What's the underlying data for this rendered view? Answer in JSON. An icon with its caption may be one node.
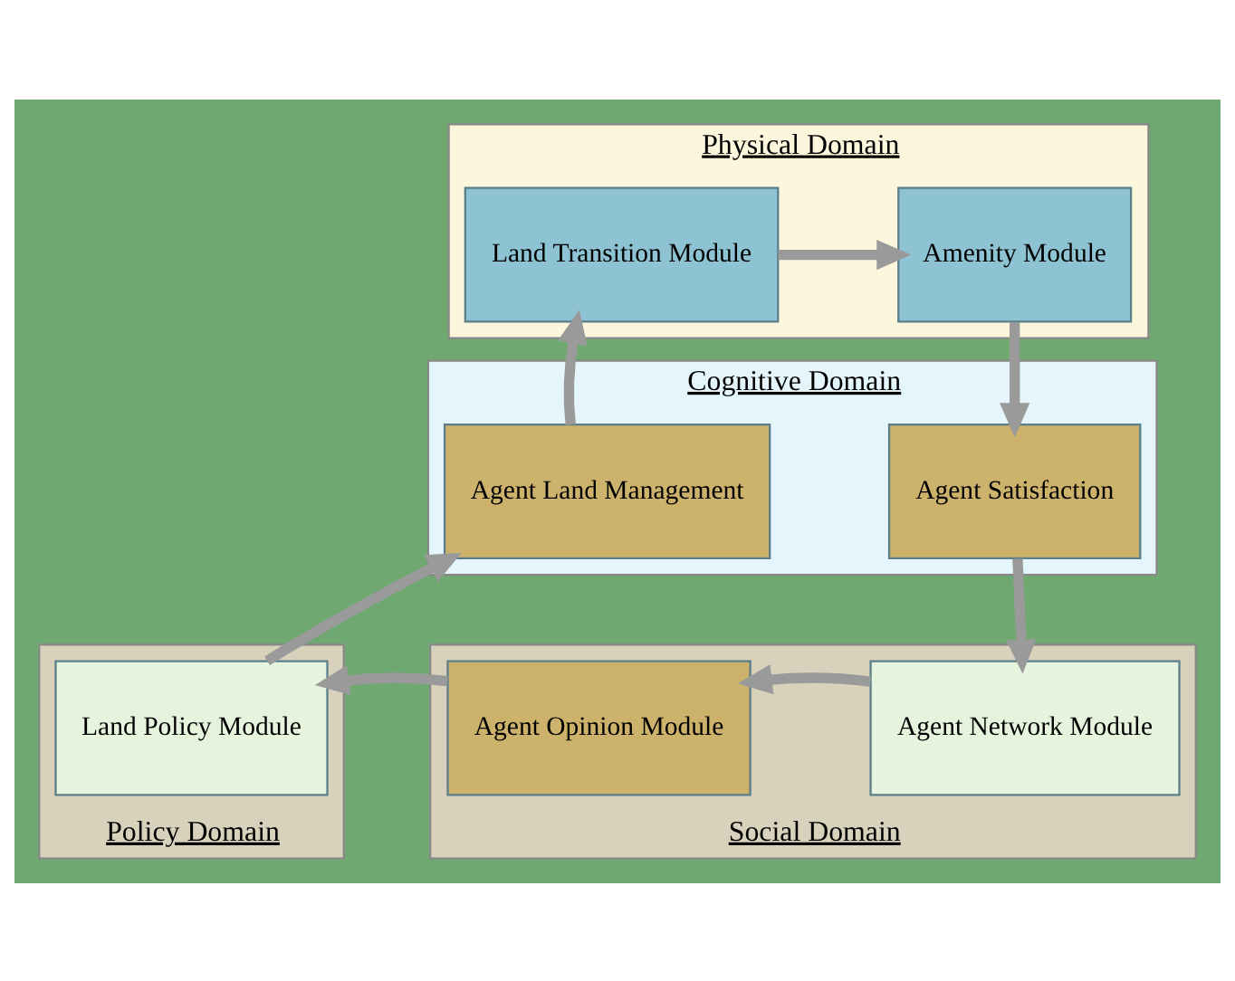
{
  "diagram": {
    "nodes": [
      {
        "text": [
          "Physical Domain"
        ]
      },
      {
        "text": [
          "Land Transition Module"
        ],
        "in": 0
      },
      {
        "text": [
          "Amenity Module"
        ],
        "in": 0
      },
      {
        "text": [
          "Cognitive Domain"
        ]
      },
      {
        "text": [
          "Agent Land Management"
        ],
        "in": 3
      },
      {
        "text": [
          "Agent Satisfaction"
        ],
        "in": 3
      },
      {
        "text": [
          "Policy Domain"
        ]
      },
      {
        "text": [
          "Land Policy Module"
        ],
        "in": 6
      },
      {
        "text": [
          "Social Domain"
        ]
      },
      {
        "text": [
          "Agent Opinion Module"
        ],
        "in": 8
      },
      {
        "text": [
          "Agent Network Module"
        ],
        "in": 8
      }
    ],
    "edges": [
      {
        "from": 1,
        "to": 2,
        "arrow": "to"
      },
      {
        "from": 2,
        "to": 5,
        "arrow": "to"
      },
      {
        "from": 5,
        "to": 10,
        "arrow": "to"
      },
      {
        "from": 10,
        "to": 9,
        "arrow": "to"
      },
      {
        "from": 9,
        "to": 7,
        "arrow": "to"
      },
      {
        "from": 7,
        "to": 4,
        "arrow": "to"
      },
      {
        "from": 4,
        "to": 1,
        "arrow": "to"
      }
    ]
  }
}
